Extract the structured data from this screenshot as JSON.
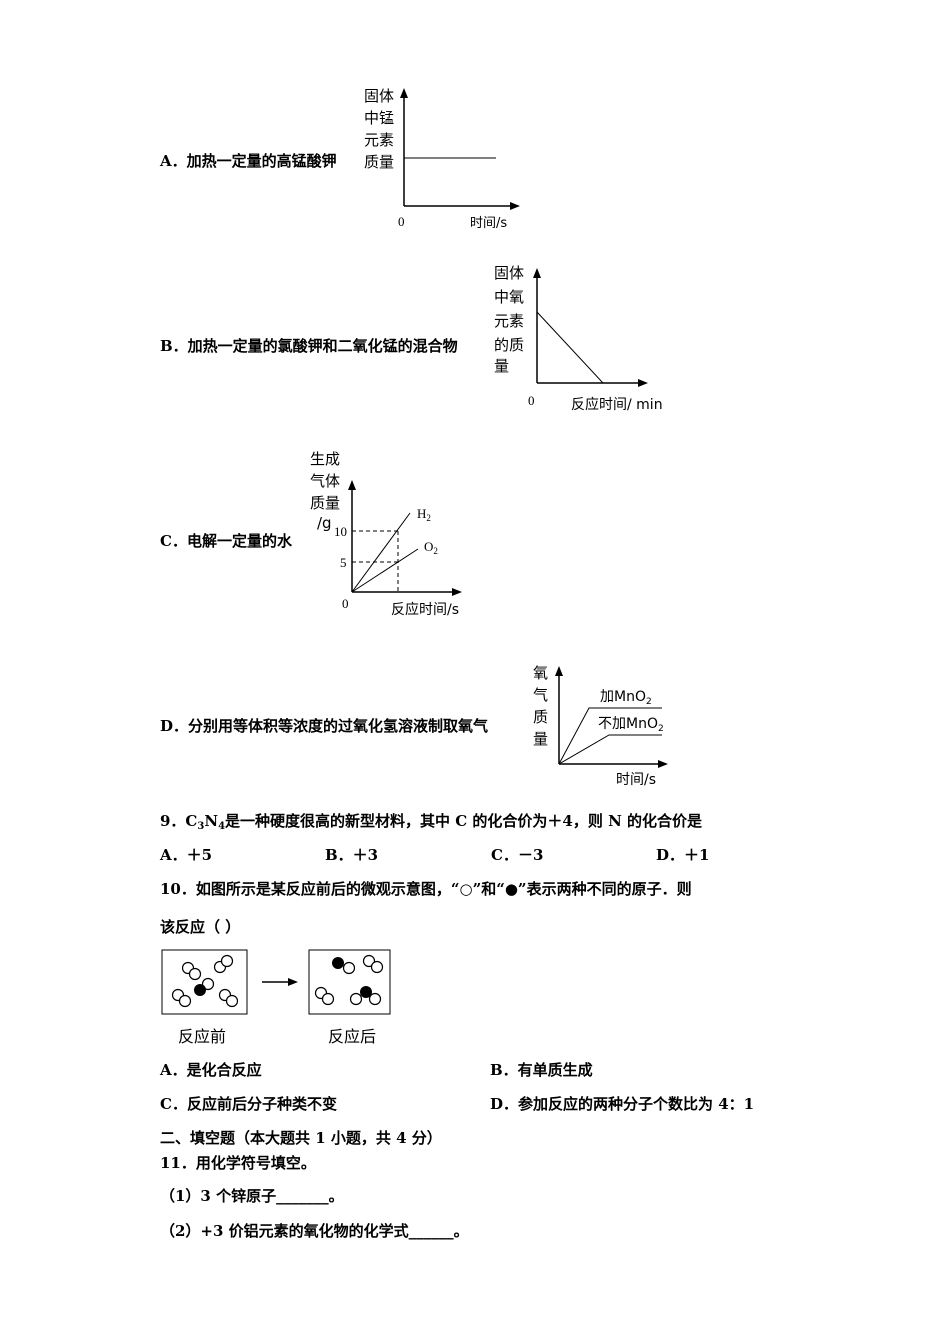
{
  "q8": {
    "A": {
      "text": "A．加热一定量的高锰酸钾",
      "ylabel": [
        "固体",
        "中锰",
        "元素",
        "质量"
      ],
      "origin": "0",
      "xlabel": "时间/s"
    },
    "B": {
      "text": "B．加热一定量的氯酸钾和二氧化锰的混合物",
      "ylabel": [
        "固体",
        "中氧",
        "元素",
        "的质",
        "量"
      ],
      "origin": "0",
      "xlabel": "反应时间/ min"
    },
    "C": {
      "text": "C．电解一定量的水",
      "ylabel": [
        "生成",
        "气体",
        "质量",
        "/g"
      ],
      "ticks": [
        "10",
        "5"
      ],
      "origin": "0",
      "series_h2": "H",
      "series_h2_sub": "2",
      "series_o2": "O",
      "series_o2_sub": "2",
      "xlabel": "反应时间/s"
    },
    "D": {
      "text": "D．分别用等体积等浓度的过氧化氢溶液制取氧气",
      "ylabel": [
        "氧",
        "气",
        "质",
        "量"
      ],
      "series1": "加MnO",
      "series1_sub": "2",
      "series2": "不加MnO",
      "series2_sub": "2",
      "xlabel": "时间/s"
    }
  },
  "q9": {
    "stem_pre": "9．C",
    "stem_sub1": "3",
    "stem_mid": "N",
    "stem_sub2": "4",
    "stem_post": "是一种硬度很高的新型材料，其中 C 的化合价为＋4，则 N 的化合价是",
    "options": [
      "A．＋5",
      "B．＋3",
      "C．－3",
      "D．＋1"
    ]
  },
  "q10": {
    "stem_line1": "10．如图所示是某反应前后的微观示意图，“○”和“●”表示两种不同的原子．则",
    "stem_line2": "该反应（ ）",
    "before_label": "反应前",
    "after_label": "反应后",
    "options": [
      "A．是化合反应",
      "B．有单质生成",
      "C．反应前后分子种类不变",
      "D．参加反应的两种分子个数比为 4：1"
    ]
  },
  "section2": {
    "heading": "二、填空题（本大题共 1 小题，共 4 分）",
    "q11": "11．用化学符号填空。",
    "sub1": "（1）3 个锌原子_______。",
    "sub2": "（2）+3 价铝元素的氧化物的化学式______。"
  }
}
